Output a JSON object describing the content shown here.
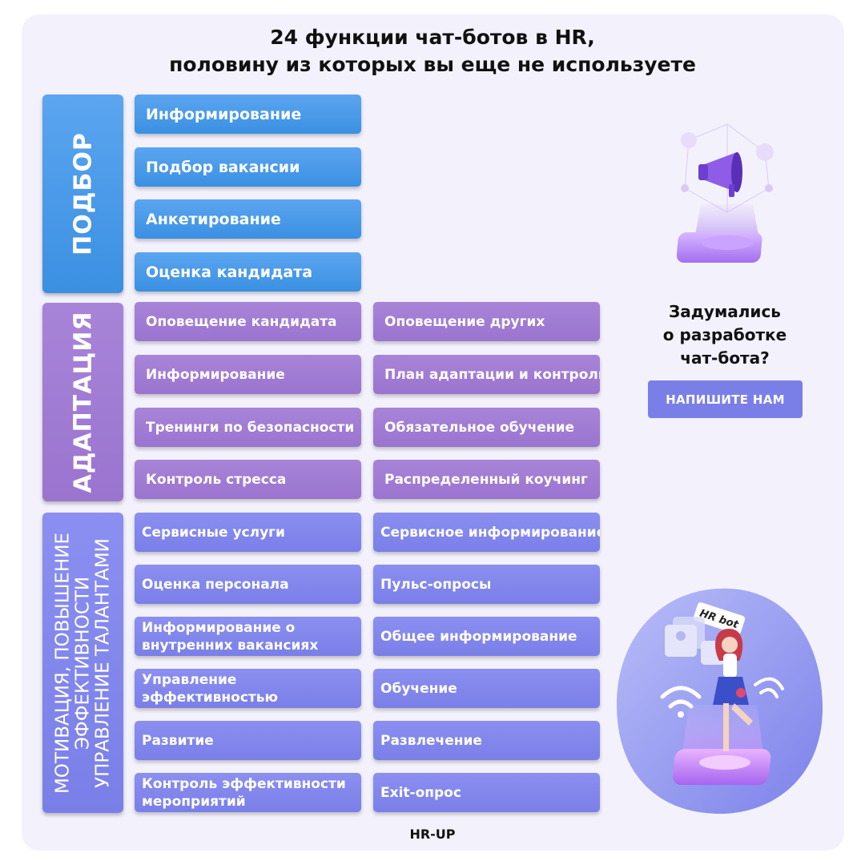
{
  "title": {
    "line1": "24 функции чат-ботов в HR,",
    "line2": "половину из которых вы еще не используете"
  },
  "sections": {
    "podbor": {
      "label": "ПОДБОР",
      "items": [
        "Информирование",
        "Подбор вакансии",
        "Анкетирование",
        "Оценка кандидата"
      ]
    },
    "adaptation": {
      "label": "АДАПТАЦИЯ",
      "left": [
        "Оповещение кандидата",
        "Информирование",
        "Тренинги по безопасности",
        "Контроль стресса"
      ],
      "right": [
        "Оповещение других",
        "План адаптации и контроль",
        "Обязательное обучение",
        "Распределенный коучинг"
      ]
    },
    "motivation": {
      "label_line1": "МОТИВАЦИЯ, ПОВЫШЕНИЕ",
      "label_line2": "ЭФФЕКТИВНОСТИ",
      "label_line3": "УПРАВЛЕНИЕ ТАЛАНТАМИ",
      "left": [
        {
          "line1": "Сервисные услуги",
          "line2": ""
        },
        {
          "line1": "Оценка персонала",
          "line2": ""
        },
        {
          "line1": "Информирование о",
          "line2": "внутренних вакансиях"
        },
        {
          "line1": "Управление",
          "line2": "эффективностью"
        },
        {
          "line1": "Развитие",
          "line2": ""
        },
        {
          "line1": "Контроль эффективности",
          "line2": "мероприятий"
        }
      ],
      "right": [
        "Сервисное информирование",
        "Пульс-опросы",
        "Общее информирование",
        "Обучение",
        "Развлечение",
        "Exit-опрос"
      ]
    }
  },
  "cta": {
    "line1": "Задумались",
    "line2": "о разработке",
    "line3": "чат-бота?",
    "button": "НАПИШИТЕ НАМ"
  },
  "illustration": {
    "badge": "HR bot"
  },
  "footer": "HR-UP",
  "colors": {
    "podbor": "#4a9be8",
    "adaptation": "#a07dd3",
    "motivation": "#7f84ec",
    "button": "#7a7fe8",
    "card_bg": "#f3f2fc"
  }
}
